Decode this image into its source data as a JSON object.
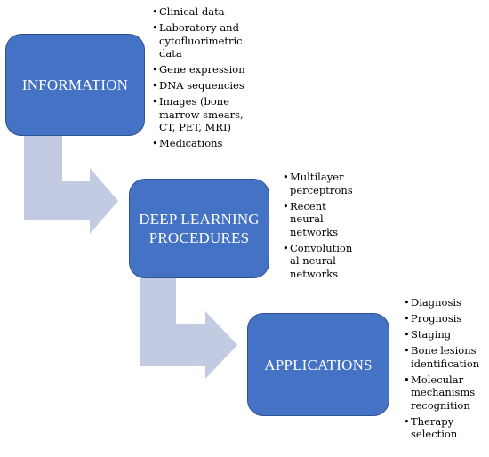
{
  "colors": {
    "box_fill": "#4472c4",
    "box_border": "#2f528f",
    "arrow_fill": "#c3cbe3",
    "box_text": "#ffffff"
  },
  "nodes": [
    {
      "id": "information",
      "label": "INFORMATION",
      "items": [
        "Clinical data",
        "Laboratory and cytofluorimetric data",
        "Gene expression",
        "DNA sequencies",
        "Images (bone marrow smears, CT, PET, MRI)",
        "Medications"
      ]
    },
    {
      "id": "deep",
      "label": "DEEP LEARNING PROCEDURES",
      "items": [
        "Multilayer perceptrons",
        "Recent neural networks",
        "Convolution al neural networks"
      ]
    },
    {
      "id": "applications",
      "label": "APPLICATIONS",
      "items": [
        "Diagnosis",
        "Prognosis",
        "Staging",
        "Bone lesions identification",
        "Molecular mechanisms recognition",
        "Therapy selection"
      ]
    }
  ],
  "edges": [
    {
      "from": "information",
      "to": "deep"
    },
    {
      "from": "deep",
      "to": "applications"
    }
  ]
}
